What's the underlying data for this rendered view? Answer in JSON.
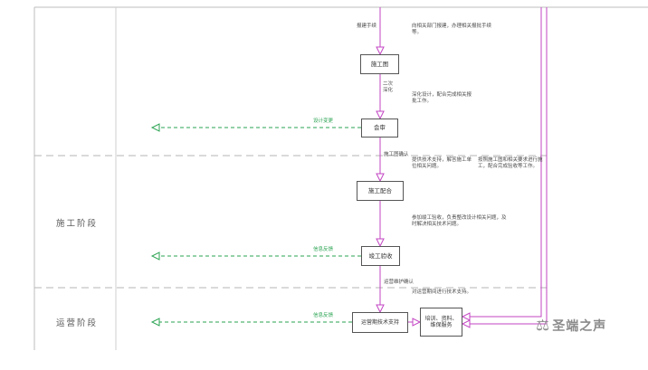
{
  "phases": {
    "construction": "施工阶段",
    "operation": "运营阶段"
  },
  "flow": {
    "top_label": "报建手续",
    "boxes": [
      {
        "id": "drawings",
        "label": "施工图"
      },
      {
        "id": "review",
        "label": "会审"
      },
      {
        "id": "coordination",
        "label": "施工配合"
      },
      {
        "id": "completion",
        "label": "竣工验收"
      },
      {
        "id": "operation_support",
        "label": "运营期技术支持"
      }
    ],
    "side_box": {
      "label": "培训、资料、维保服务"
    },
    "arrow_labels": {
      "deepen": "二次深化",
      "drawing_confirm": "施工图确认",
      "operation_confirm": "运营维护确认"
    }
  },
  "feedback": {
    "design_change": "设计变更",
    "info_1": "信息反馈",
    "info_2": "信息反馈"
  },
  "annotations": {
    "report": "向相关部门报建，办理相关报批手续等。",
    "deepen_design": "深化设计，配合完成相关报批工作。",
    "tech_support": "提供技术支持，解答施工单位相关问题。",
    "construction_note": "按照施工图和相关要求进行施工，配合完成验收等工作。",
    "completion_note": "参加竣工验收，负责整改设计相关问题，及时解决相关技术问题。",
    "operation_note": "对运营期间进行技术支持。"
  },
  "watermark": {
    "icon": "⚖",
    "text": "圣端之声"
  },
  "colors": {
    "flow_line": "#c344c3",
    "feedback_line": "#2aa351",
    "frame_line": "#bdbdbd",
    "box_border": "#555555",
    "text": "#4a4a4a",
    "watermark": "#8f8f8f"
  }
}
